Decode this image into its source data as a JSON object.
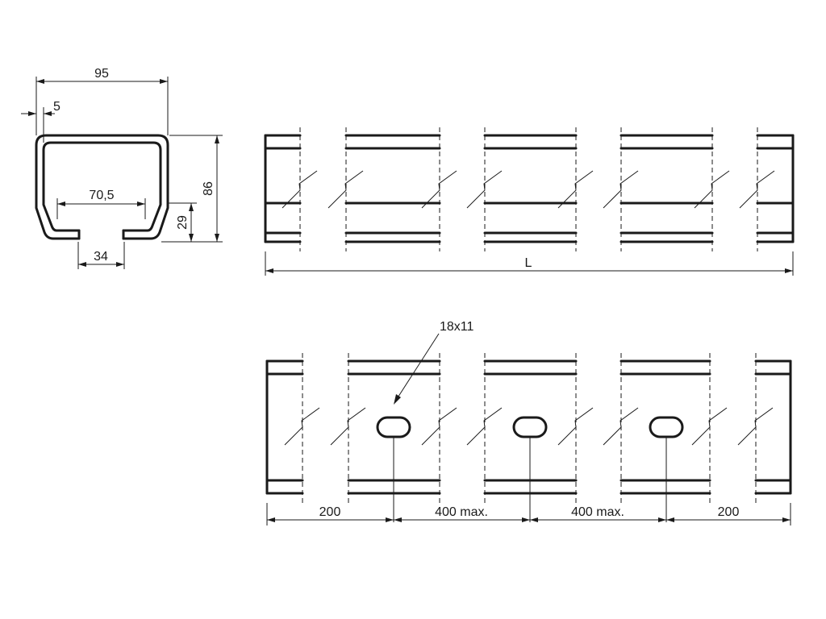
{
  "labels": {
    "width_total": "95",
    "wall_thickness": "5",
    "inner_width": "70,5",
    "height_total": "86",
    "lip_height": "29",
    "slot_opening": "34",
    "length": "L",
    "hole_size": "18x11",
    "end_spacing_left": "200",
    "max_spacing_1": "400 max.",
    "max_spacing_2": "400 max.",
    "end_spacing_right": "200"
  }
}
